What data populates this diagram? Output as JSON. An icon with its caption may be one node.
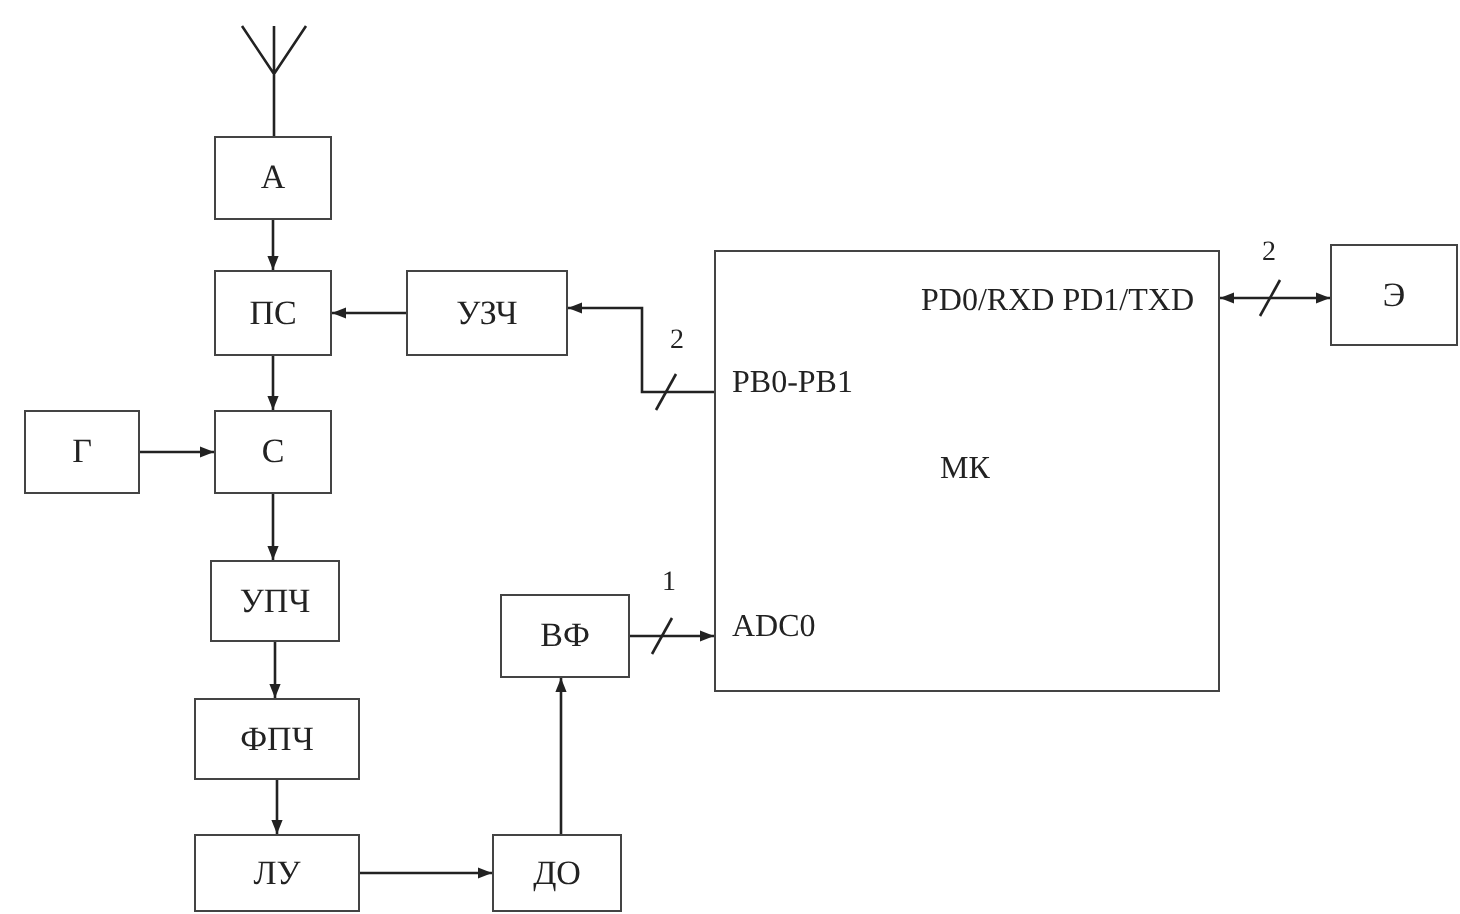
{
  "diagram": {
    "nodes": [
      {
        "text": [],
        "shape": "antenna"
      },
      {
        "text": [
          "А"
        ]
      },
      {
        "text": [
          "ПС"
        ]
      },
      {
        "text": [
          "УЗЧ"
        ]
      },
      {
        "text": [
          "PD0/RXD PD1/TXD",
          "PB0-PB1",
          "МК",
          "ADC0"
        ]
      },
      {
        "text": [
          "Э"
        ]
      },
      {
        "text": [
          "Г"
        ]
      },
      {
        "text": [
          "С"
        ]
      },
      {
        "text": [
          "УПЧ"
        ]
      },
      {
        "text": [
          "ВФ"
        ]
      },
      {
        "text": [
          "ФПЧ"
        ]
      },
      {
        "text": [
          "ЛУ"
        ]
      },
      {
        "text": [
          "ДО"
        ]
      }
    ],
    "edges": [
      {
        "from": 0,
        "to": 1,
        "arrow": "none"
      },
      {
        "from": 1,
        "to": 2,
        "arrow": "to"
      },
      {
        "from": 3,
        "to": 2,
        "arrow": "to"
      },
      {
        "from": 4,
        "to": 3,
        "arrow": "to",
        "label": "2"
      },
      {
        "from": 2,
        "to": 7,
        "arrow": "to"
      },
      {
        "from": 6,
        "to": 7,
        "arrow": "to"
      },
      {
        "from": 7,
        "to": 8,
        "arrow": "to"
      },
      {
        "from": 8,
        "to": 10,
        "arrow": "to"
      },
      {
        "from": 10,
        "to": 11,
        "arrow": "to"
      },
      {
        "from": 11,
        "to": 12,
        "arrow": "to"
      },
      {
        "from": 12,
        "to": 9,
        "arrow": "to"
      },
      {
        "from": 9,
        "to": 4,
        "arrow": "to",
        "label": "1"
      },
      {
        "from": 4,
        "to": 5,
        "arrow": "both",
        "label": "2"
      }
    ]
  }
}
